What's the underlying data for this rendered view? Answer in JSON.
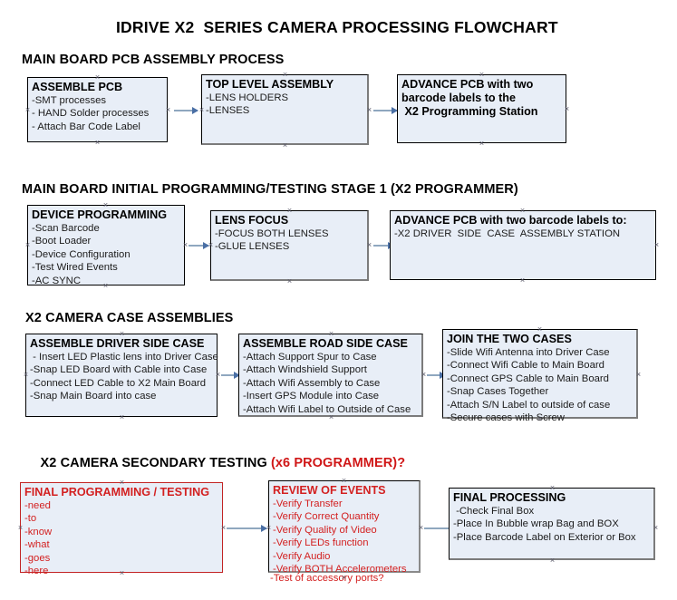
{
  "document": {
    "title": "IDRIVE X2  SERIES CAMERA PROCESSING FLOWCHART"
  },
  "sections": [
    {
      "id": "main-board-pcb-assembly-process",
      "heading": "MAIN BOARD PCB ASSEMBLY PROCESS",
      "heading_accent": "",
      "boxes": [
        {
          "id": "assemble-pcb",
          "title": "ASSEMBLE PCB",
          "lines": [
            "-SMT processes",
            "- HAND Solder processes",
            "- Attach Bar Code Label"
          ],
          "style": "black-border"
        },
        {
          "id": "top-level-assembly",
          "title": "TOP LEVEL ASSEMBLY",
          "lines": [
            "-LENS HOLDERS",
            "-LENSES"
          ],
          "style": "shadow-border"
        },
        {
          "id": "advance-pcb-to-x2-programming-station",
          "title": "ADVANCE PCB with two",
          "lines": [
            "barcode labels to the",
            " X2 Programming Station"
          ],
          "style": "black-border",
          "lines_bold": true
        }
      ],
      "arrows": 2
    },
    {
      "id": "main-board-initial-programming-testing-stage-1",
      "heading": "MAIN BOARD INITIAL PROGRAMMING/TESTING STAGE 1 (X2 PROGRAMMER)",
      "heading_accent": "",
      "boxes": [
        {
          "id": "device-programming",
          "title": "DEVICE PROGRAMMING",
          "lines": [
            "-Scan Barcode",
            "-Boot Loader",
            "-Device Configuration",
            "-Test Wired Events",
            "-AC SYNC"
          ],
          "style": "black-border"
        },
        {
          "id": "lens-focus",
          "title": "LENS FOCUS",
          "lines": [
            "-FOCUS BOTH LENSES",
            "-GLUE LENSES"
          ],
          "style": "shadow-border"
        },
        {
          "id": "advance-pcb-to-driver-side-case-assembly-station",
          "title": "ADVANCE PCB with two barcode labels to:",
          "lines": [
            "-X2 DRIVER  SIDE  CASE  ASSEMBLY STATION"
          ],
          "style": "black-border"
        }
      ],
      "arrows": 2
    },
    {
      "id": "x2-camera-case-assemblies",
      "heading": "X2 CAMERA CASE ASSEMBLIES",
      "heading_accent": "",
      "boxes": [
        {
          "id": "assemble-driver-side-case",
          "title": "ASSEMBLE DRIVER SIDE CASE",
          "lines": [
            " - Insert LED Plastic lens into Driver Case",
            "-Snap LED Board with Cable into Case",
            "-Connect LED Cable to X2 Main Board",
            "-Snap Main Board into case"
          ],
          "style": "black-border"
        },
        {
          "id": "assemble-road-side-case",
          "title": "ASSEMBLE ROAD SIDE CASE",
          "lines": [
            "-Attach Support Spur to Case",
            "-Attach Windshield Support",
            "-Attach Wifi Assembly to Case",
            "-Insert GPS Module into Case",
            "-Attach Wifi Label to Outside of Case"
          ],
          "style": "shadow-border"
        },
        {
          "id": "join-the-two-cases",
          "title": "JOIN THE TWO CASES",
          "lines": [
            "-Slide Wifi Antenna into Driver Case",
            "-Connect Wifi Cable to Main Board",
            "-Connect GPS Cable to Main Board",
            "-Snap Cases Together",
            "-Attach S/N Label to outside of case",
            "-Secure cases with Screw"
          ],
          "style": "shadow-border"
        }
      ],
      "arrows": 2
    },
    {
      "id": "x2-camera-secondary-testing",
      "heading": "X2 CAMERA SECONDARY TESTING ",
      "heading_accent": "(x6 PROGRAMMER)?",
      "boxes": [
        {
          "id": "final-programming-testing",
          "title": "FINAL PROGRAMMING / TESTING",
          "lines": [
            "-need",
            "-to",
            "-know",
            "-what",
            "-goes",
            "-here"
          ],
          "style": "red-border",
          "text_color": "red"
        },
        {
          "id": "review-of-events",
          "title": "REVIEW OF EVENTS",
          "lines": [
            "-Verify Transfer",
            "-Verify Correct Quantity",
            "-Verify Quality of Video",
            "-Verify LEDs function",
            "-Verify Audio",
            "-Verify BOTH Accelerometers"
          ],
          "overflow_line": "-Test of accessory ports?",
          "style": "grey-shadow-border",
          "text_color": "red"
        },
        {
          "id": "final-processing",
          "title": "FINAL PROCESSING",
          "lines": [
            " -Check Final Box",
            "-Place In Bubble wrap Bag and BOX",
            "-Place Barcode Label on Exterior or Box"
          ],
          "style": "shadow-border"
        }
      ],
      "arrows": 2
    }
  ],
  "colors": {
    "box_fill": "#e8eef7",
    "box_border": "#000000",
    "accent_red": "#d32020",
    "arrow": "#4a6fa5",
    "text": "#000000"
  }
}
